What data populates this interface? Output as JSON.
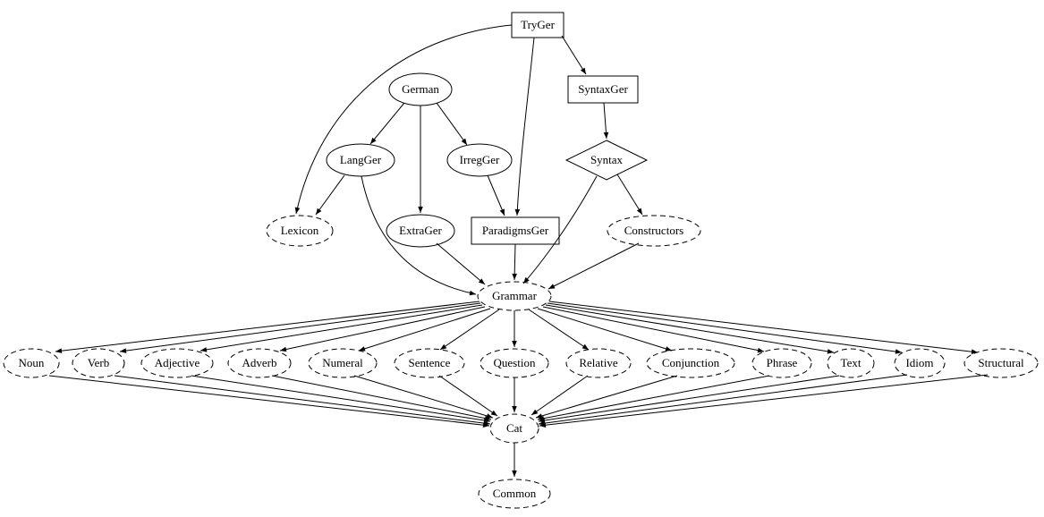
{
  "diagram": {
    "kind": "module-dependency-graph",
    "colors": {
      "stroke": "#000000",
      "background": "#ffffff"
    },
    "nodes": {
      "tryger": {
        "label": "TryGer",
        "shape": "box",
        "style": "solid"
      },
      "german": {
        "label": "German",
        "shape": "ellipse",
        "style": "solid"
      },
      "syntaxger": {
        "label": "SyntaxGer",
        "shape": "box",
        "style": "solid"
      },
      "langger": {
        "label": "LangGer",
        "shape": "ellipse",
        "style": "solid"
      },
      "irregger": {
        "label": "IrregGer",
        "shape": "ellipse",
        "style": "solid"
      },
      "syntax": {
        "label": "Syntax",
        "shape": "diamond",
        "style": "solid"
      },
      "lexicon": {
        "label": "Lexicon",
        "shape": "ellipse",
        "style": "dashed"
      },
      "extrager": {
        "label": "ExtraGer",
        "shape": "ellipse",
        "style": "solid"
      },
      "paradigmsger": {
        "label": "ParadigmsGer",
        "shape": "box",
        "style": "solid"
      },
      "constructors": {
        "label": "Constructors",
        "shape": "ellipse",
        "style": "dashed"
      },
      "grammar": {
        "label": "Grammar",
        "shape": "ellipse",
        "style": "dashed"
      },
      "noun": {
        "label": "Noun",
        "shape": "ellipse",
        "style": "dashed"
      },
      "verb": {
        "label": "Verb",
        "shape": "ellipse",
        "style": "dashed"
      },
      "adjective": {
        "label": "Adjective",
        "shape": "ellipse",
        "style": "dashed"
      },
      "adverb": {
        "label": "Adverb",
        "shape": "ellipse",
        "style": "dashed"
      },
      "numeral": {
        "label": "Numeral",
        "shape": "ellipse",
        "style": "dashed"
      },
      "sentence": {
        "label": "Sentence",
        "shape": "ellipse",
        "style": "dashed"
      },
      "question": {
        "label": "Question",
        "shape": "ellipse",
        "style": "dashed"
      },
      "relative": {
        "label": "Relative",
        "shape": "ellipse",
        "style": "dashed"
      },
      "conjunction": {
        "label": "Conjunction",
        "shape": "ellipse",
        "style": "dashed"
      },
      "phrase": {
        "label": "Phrase",
        "shape": "ellipse",
        "style": "dashed"
      },
      "text": {
        "label": "Text",
        "shape": "ellipse",
        "style": "dashed"
      },
      "idiom": {
        "label": "Idiom",
        "shape": "ellipse",
        "style": "dashed"
      },
      "structural": {
        "label": "Structural",
        "shape": "ellipse",
        "style": "dashed"
      },
      "cat": {
        "label": "Cat",
        "shape": "ellipse",
        "style": "dashed"
      },
      "common": {
        "label": "Common",
        "shape": "ellipse",
        "style": "dashed"
      }
    },
    "edges": [
      [
        "TryGer",
        "SyntaxGer"
      ],
      [
        "TryGer",
        "ParadigmsGer"
      ],
      [
        "TryGer",
        "Lexicon"
      ],
      [
        "German",
        "LangGer"
      ],
      [
        "German",
        "IrregGer"
      ],
      [
        "German",
        "ExtraGer"
      ],
      [
        "LangGer",
        "Lexicon"
      ],
      [
        "LangGer",
        "Grammar"
      ],
      [
        "IrregGer",
        "ParadigmsGer"
      ],
      [
        "SyntaxGer",
        "Syntax"
      ],
      [
        "Syntax",
        "Constructors"
      ],
      [
        "Syntax",
        "Grammar"
      ],
      [
        "ExtraGer",
        "Grammar"
      ],
      [
        "ParadigmsGer",
        "Grammar"
      ],
      [
        "Constructors",
        "Grammar"
      ],
      [
        "Grammar",
        "Noun"
      ],
      [
        "Grammar",
        "Verb"
      ],
      [
        "Grammar",
        "Adjective"
      ],
      [
        "Grammar",
        "Adverb"
      ],
      [
        "Grammar",
        "Numeral"
      ],
      [
        "Grammar",
        "Sentence"
      ],
      [
        "Grammar",
        "Question"
      ],
      [
        "Grammar",
        "Relative"
      ],
      [
        "Grammar",
        "Conjunction"
      ],
      [
        "Grammar",
        "Phrase"
      ],
      [
        "Grammar",
        "Text"
      ],
      [
        "Grammar",
        "Idiom"
      ],
      [
        "Grammar",
        "Structural"
      ],
      [
        "Noun",
        "Cat"
      ],
      [
        "Verb",
        "Cat"
      ],
      [
        "Adjective",
        "Cat"
      ],
      [
        "Adverb",
        "Cat"
      ],
      [
        "Numeral",
        "Cat"
      ],
      [
        "Sentence",
        "Cat"
      ],
      [
        "Question",
        "Cat"
      ],
      [
        "Relative",
        "Cat"
      ],
      [
        "Conjunction",
        "Cat"
      ],
      [
        "Phrase",
        "Cat"
      ],
      [
        "Text",
        "Cat"
      ],
      [
        "Idiom",
        "Cat"
      ],
      [
        "Structural",
        "Cat"
      ],
      [
        "Cat",
        "Common"
      ]
    ]
  }
}
